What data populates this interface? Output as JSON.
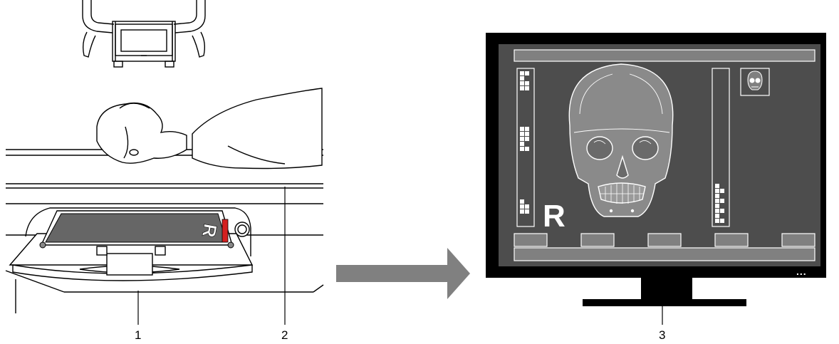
{
  "callouts": [
    {
      "id": "1",
      "label": "1"
    },
    {
      "id": "2",
      "label": "2"
    },
    {
      "id": "3",
      "label": "3"
    }
  ],
  "cassette_marker": "R",
  "monitor": {
    "marker": "R",
    "status_dots": "...",
    "left_panel_cells": 12,
    "right_panel_cells": 8,
    "bottom_buttons": 5
  },
  "colors": {
    "line": "#000000",
    "arrow": "#808080",
    "screen_bg": "#4d4d4d",
    "detector_plate": "#666666",
    "marker_red": "#d42020",
    "ui_outline": "#ffffff"
  },
  "icons": {
    "arrow": "right-arrow-icon",
    "skull": "skull-icon",
    "thumbnail": "skull-thumbnail-icon"
  }
}
